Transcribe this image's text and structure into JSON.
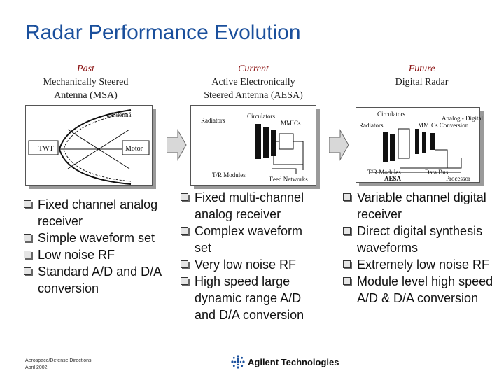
{
  "slide": {
    "title": "Radar Performance Evolution"
  },
  "columns": [
    {
      "era": "Past",
      "heading_lines": [
        "Mechanically Steered",
        "Antenna (MSA)"
      ],
      "diagram_labels": [
        "Antenna",
        "TWT",
        "Motor"
      ],
      "bullets": [
        "Fixed channel analog receiver",
        "Simple waveform set",
        "Low noise RF",
        "Standard A/D and D/A conversion"
      ]
    },
    {
      "era": "Current",
      "heading_lines": [
        "Active Electronically",
        "Steered Antenna (AESA)"
      ],
      "diagram_labels": [
        "Radiators",
        "Circulators",
        "MMICs",
        "T/R Modules",
        "Feed Networks"
      ],
      "bullets": [
        "Fixed multi-channel analog receiver",
        "Complex waveform set",
        "Very low noise RF",
        "High speed large dynamic range A/D and D/A conversion"
      ]
    },
    {
      "era": "Future",
      "heading_lines": [
        "Digital Radar"
      ],
      "diagram_labels": [
        "Circulators",
        "Analog - Digital",
        "Radiators",
        "MMICs Conversion",
        "T/R Modules",
        "Data Bus",
        "AESA",
        "Processor"
      ],
      "bullets": [
        "Variable channel digital receiver",
        "Direct digital synthesis waveforms",
        "Extremely low noise RF",
        "Module level  high speed A/D & D/A conversion"
      ]
    }
  ],
  "footer": {
    "line1": "Aerospace/Defense Directions",
    "line2": "April 2002"
  },
  "logo": {
    "text": "Agilent Technologies"
  },
  "colors": {
    "title": "#1a4f9c",
    "era": "#8a1010"
  },
  "icons": [
    "bullet-box-icon",
    "arrow-right-icon",
    "agilent-star-icon"
  ]
}
